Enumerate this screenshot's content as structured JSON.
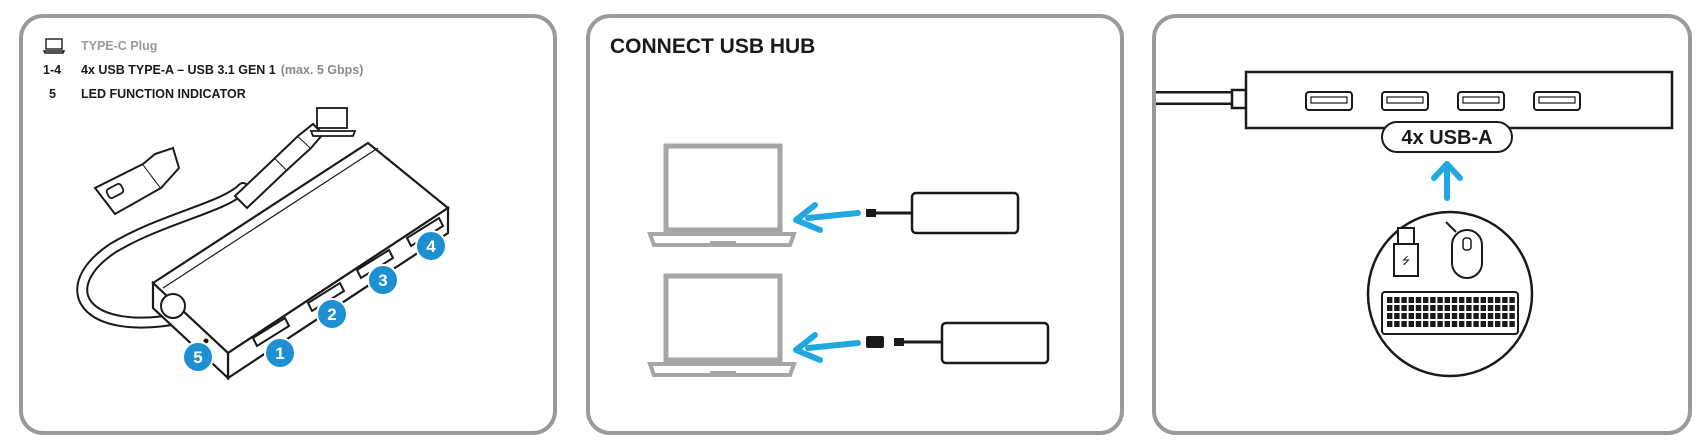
{
  "panel1": {
    "legend": [
      {
        "key_icon": "laptop-icon",
        "text": "TYPE-C Plug",
        "note": ""
      },
      {
        "key": "1-4",
        "text": "4x USB TYPE-A – USB 3.1 GEN 1",
        "note": "(max. 5 Gbps)"
      },
      {
        "key": "5",
        "text": "LED FUNCTION INDICATOR",
        "note": ""
      }
    ],
    "callouts": [
      "1",
      "2",
      "3",
      "4",
      "5"
    ]
  },
  "panel2": {
    "title": "CONNECT USB HUB"
  },
  "panel3": {
    "ports_label": "4x USB-A",
    "devices": [
      "usb-stick-icon",
      "mouse-icon",
      "keyboard-icon"
    ]
  },
  "colors": {
    "accent": "#1e8fd0",
    "arrow": "#22a8e0",
    "border": "#9a9a9a",
    "laptop": "#a6a6a6"
  }
}
